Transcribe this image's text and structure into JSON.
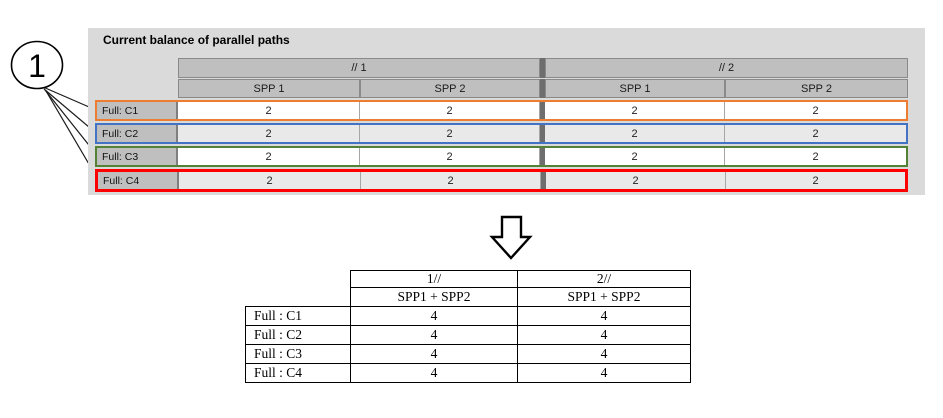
{
  "callout": {
    "number": "1"
  },
  "top_table": {
    "title": "Current balance of parallel paths",
    "groups": [
      {
        "label": "// 1"
      },
      {
        "label": "// 2"
      }
    ],
    "sub_headers": [
      "SPP 1",
      "SPP 2",
      "SPP 1",
      "SPP 2"
    ],
    "rows": [
      {
        "label": "Full: C1",
        "values": [
          "2",
          "2",
          "2",
          "2"
        ],
        "highlight": "#ED7D31"
      },
      {
        "label": "Full: C2",
        "values": [
          "2",
          "2",
          "2",
          "2"
        ],
        "highlight": "#4472C4"
      },
      {
        "label": "Full: C3",
        "values": [
          "2",
          "2",
          "2",
          "2"
        ],
        "highlight": "#548235"
      },
      {
        "label": "Full: C4",
        "values": [
          "2",
          "2",
          "2",
          "2"
        ],
        "highlight": "#FF0000"
      }
    ]
  },
  "arrow": {
    "direction": "down"
  },
  "bottom_table": {
    "col_headers": [
      "1//",
      "2//"
    ],
    "sub_headers": [
      "SPP1 + SPP2",
      "SPP1 + SPP2"
    ],
    "rows": [
      {
        "label": "Full : C1",
        "values": [
          "4",
          "4"
        ]
      },
      {
        "label": "Full : C2",
        "values": [
          "4",
          "4"
        ]
      },
      {
        "label": "Full : C3",
        "values": [
          "4",
          "4"
        ]
      },
      {
        "label": "Full : C4",
        "values": [
          "4",
          "4"
        ]
      }
    ]
  },
  "colors": {
    "panel_bg": "#dadada",
    "header_cell_bg": "#bfbfbf",
    "banded_row_bg": "#e9e9e9",
    "section_divider": "#6e6e6e",
    "row_highlights": [
      "#ED7D31",
      "#4472C4",
      "#548235",
      "#FF0000"
    ]
  }
}
